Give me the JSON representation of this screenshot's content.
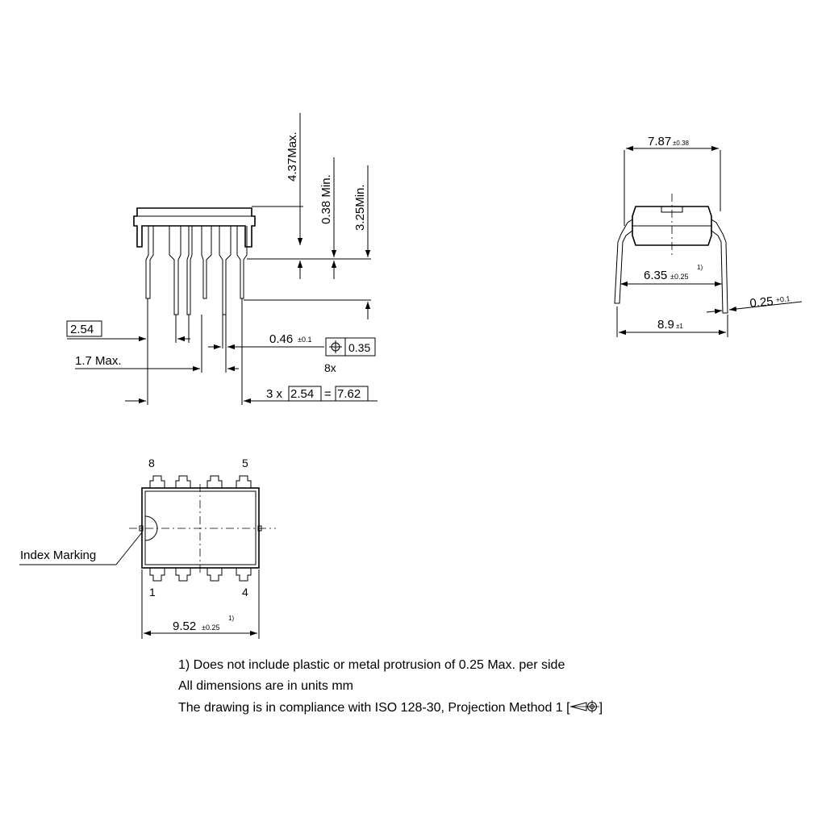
{
  "side_view": {
    "height_max": "4.37Max.",
    "standoff_min": "0.38 Min.",
    "seat_height_min": "3.25Min.",
    "pitch": "2.54",
    "shoulder_max": "1.7 Max.",
    "lead_width": "0.46",
    "lead_width_tol": "±0.1",
    "position_tolerance": "0.35",
    "position_count": "8x",
    "span_prefix": "3 x",
    "span_pitch": "2.54",
    "span_equals": "=",
    "span_total": "7.62"
  },
  "end_view": {
    "body_width": "7.87",
    "body_width_tol": "±0.38",
    "row_spacing": "6.35",
    "row_spacing_tol": "±0.25",
    "row_spacing_note": "1)",
    "lead_thickness": "0.25",
    "lead_thickness_tol": "+0.1",
    "lead_span": "8.9",
    "lead_span_tol": "±1"
  },
  "top_view": {
    "pin_8": "8",
    "pin_5": "5",
    "pin_1": "1",
    "pin_4": "4",
    "index_label": "Index Marking",
    "body_length": "9.52",
    "body_length_tol": "±0.25",
    "body_length_note": "1)"
  },
  "notes": {
    "line1": "1) Does not include plastic or metal protrusion of 0.25 Max. per side",
    "line2": "All dimensions are in units mm",
    "line3_prefix": "The drawing is in compliance with ISO 128-30, Projection Method 1 [",
    "line3_suffix": "]"
  }
}
